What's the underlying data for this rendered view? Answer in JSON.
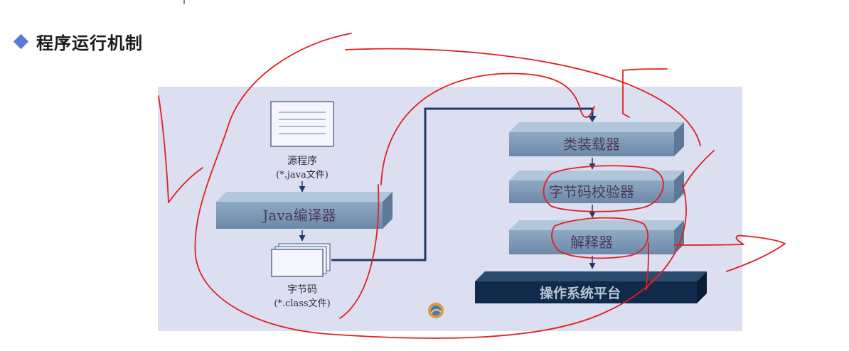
{
  "header": {
    "title": "程序运行机制",
    "icon": "diamond-bullet-icon"
  },
  "diagram": {
    "source": {
      "name": "源程序",
      "ext": "(*.java文件)"
    },
    "compiler": "Java编译器",
    "bytecode": {
      "name": "字节码",
      "ext": "(*.class文件)"
    },
    "class_loader": "类装载器",
    "verifier": "字节码校验器",
    "interpreter": "解释器",
    "platform": "操作系统平台"
  },
  "colors": {
    "panel_bg": "#dcdff0",
    "box_face": "#7e9ab7",
    "box_top": "#a9bfd6",
    "platform_face": "#0f2a4a",
    "arrow": "#1f3a6b",
    "annotation": "#e02020"
  }
}
